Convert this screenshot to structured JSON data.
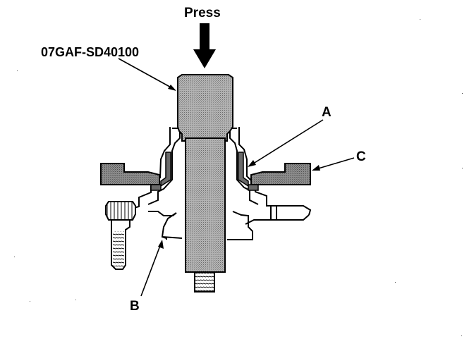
{
  "labels": {
    "press": "Press",
    "tool": "07GAF-SD40100",
    "a": "A",
    "b": "B",
    "c": "C"
  },
  "colors": {
    "line": "#000000",
    "dark_fill": "#7d7d7d",
    "tool_fill": "#a8a8a8",
    "background": "#ffffff"
  }
}
